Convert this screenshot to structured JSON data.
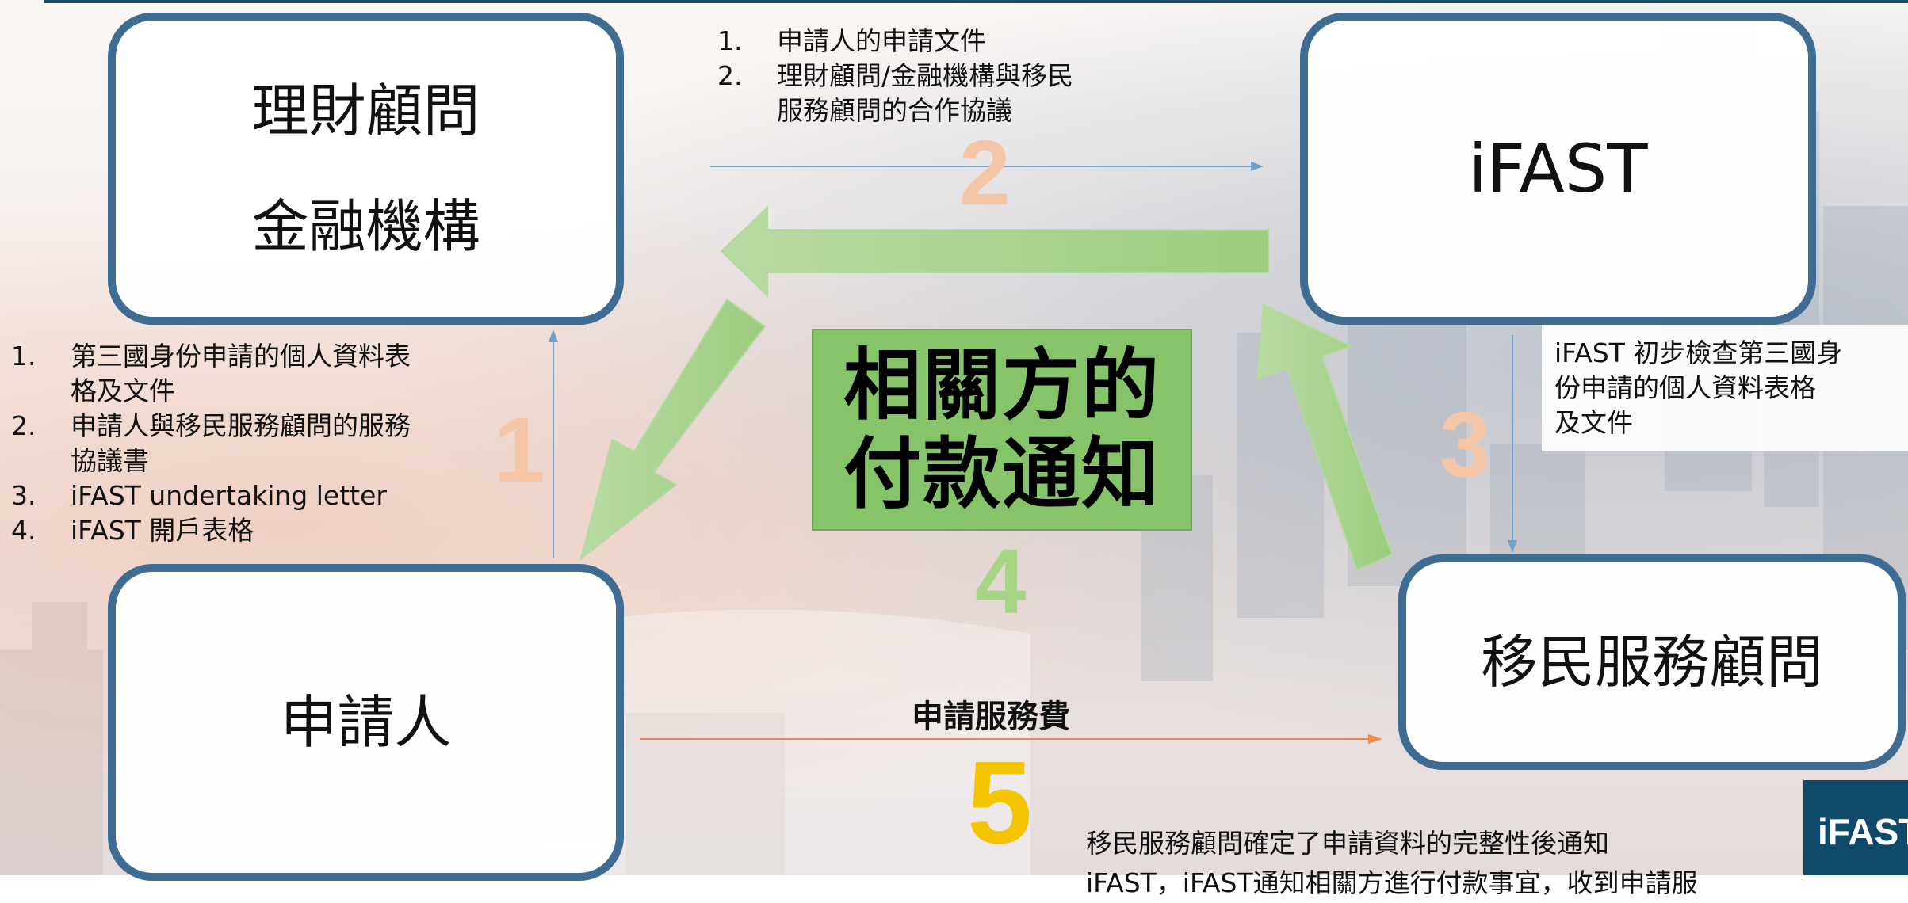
{
  "nodes": {
    "advisor": {
      "line1": "理財顧問",
      "line2": "金融機構"
    },
    "ifast": {
      "label": "iFAST"
    },
    "consultant": {
      "label": "移民服務顧問"
    },
    "applicant": {
      "label": "申請人"
    }
  },
  "steps": {
    "1": "1",
    "2": "2",
    "3": "3",
    "4": "4",
    "5": "5"
  },
  "step2_docs": [
    {
      "num": "1.",
      "lines": [
        "申請人的申請文件"
      ]
    },
    {
      "num": "2.",
      "lines": [
        "理財顧問/金融機構與移民",
        "服務顧問的合作協議"
      ]
    }
  ],
  "step1_docs": [
    {
      "num": "1.",
      "lines": [
        "第三國身份申請的個人資料表",
        "格及文件"
      ]
    },
    {
      "num": "2.",
      "lines": [
        "申請人與移民服務顧問的服務",
        "協議書"
      ]
    },
    {
      "num": "3.",
      "lines": [
        "iFAST undertaking letter"
      ]
    },
    {
      "num": "4.",
      "lines": [
        "iFAST 開戶表格"
      ]
    }
  ],
  "step3_note": {
    "lines": [
      "iFAST 初步檢查第三國身",
      "份申請的個人資料表格",
      "及文件"
    ]
  },
  "center": {
    "line1": "相關方的",
    "line2": "付款通知"
  },
  "step5": {
    "fee_label": "申請服務費",
    "note_lines": [
      "移民服務顧問確定了申請資料的完整性後通知",
      "iFAST，iFAST通知相關方進行付款事宜，收到申請服"
    ]
  },
  "logo": {
    "text": "iFAST"
  },
  "colors": {
    "box_border": "#3f6c93",
    "green_arrow": "#a9d18e",
    "green_box": "#86c46a",
    "thin_arrow_blue": "#5b9bd5",
    "fee_arrow": "#ed7d31",
    "step_number_peach": "#f5c6a6",
    "step_number_green": "#a6d585",
    "step_number_gold": "#f5c400",
    "logo_bg": "#0f4a6a"
  }
}
